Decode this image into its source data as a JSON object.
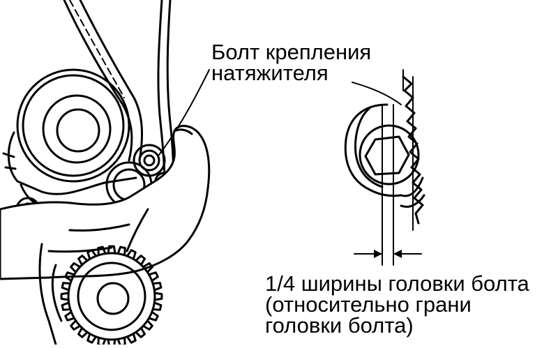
{
  "labels": {
    "bolt_label": [
      "Болт крепления",
      "натяжителя"
    ],
    "quarter_label": [
      "1/4 ширины головки болта",
      "(относительно грани",
      "головки болта)"
    ]
  },
  "colors": {
    "ink": "#000000",
    "paper": "#ffffff"
  }
}
